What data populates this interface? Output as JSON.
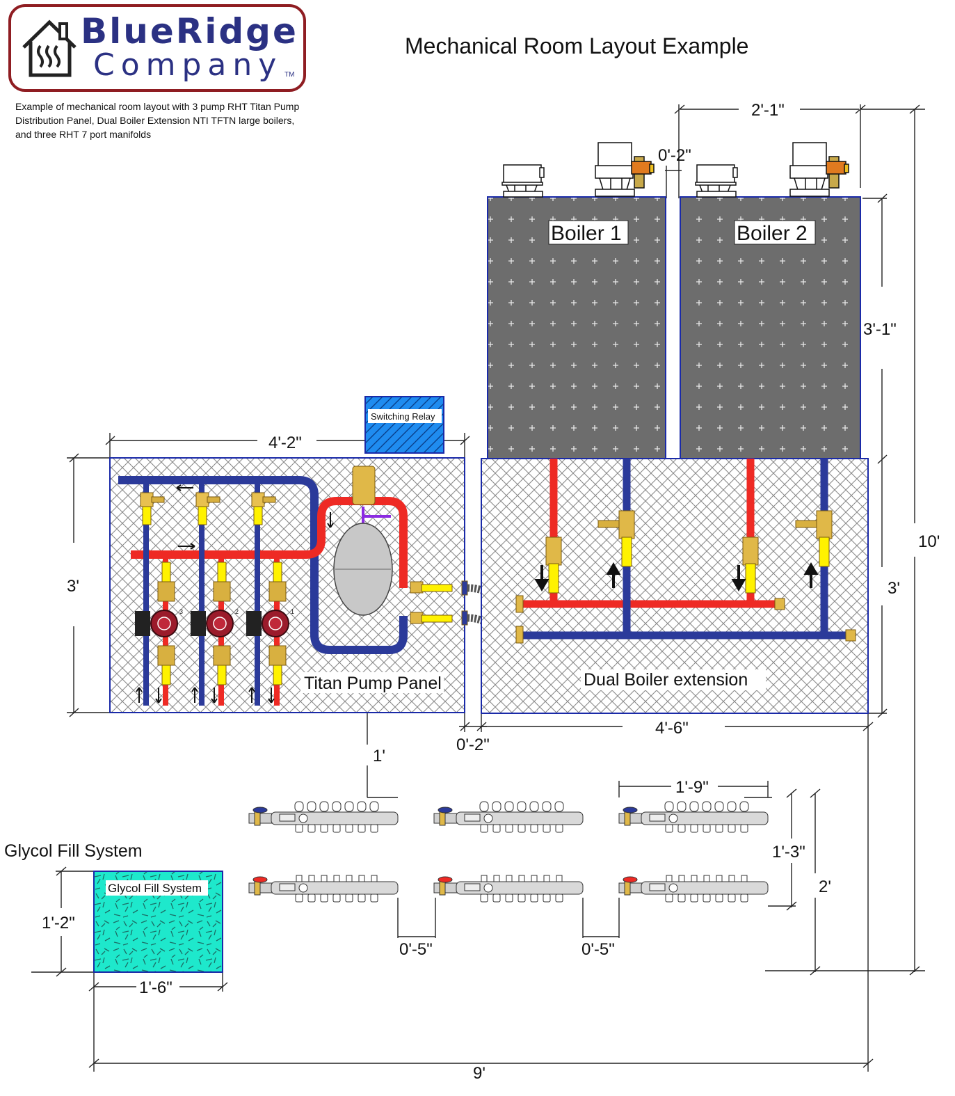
{
  "header": {
    "brand_line1": "BlueRidge",
    "brand_line2": "Company",
    "trademark": "TM",
    "title": "Mechanical Room Layout Example",
    "description": "Example of mechanical room layout with 3 pump RHT Titan Pump Distribution Panel, Dual Boiler Extension NTI TFTN large boilers, and three RHT 7 port manifolds"
  },
  "components": {
    "boiler1": "Boiler 1",
    "boiler2": "Boiler 2",
    "switching_relay": "Switching Relay",
    "titan_panel": "Titan Pump Panel",
    "boiler_extension": "Dual Boiler extension",
    "glycol_heading": "Glycol Fill System",
    "glycol_box": "Glycol Fill System",
    "pump_panel_pump_numbers": [
      "3",
      "2",
      "1"
    ]
  },
  "dimensions": {
    "boiler_width": "2'-1\"",
    "boiler_gap": "0'-2\"",
    "boiler_depth": "3'-1\"",
    "room_depth": "10'",
    "panel_width": "4'-2\"",
    "panel_height": "3'",
    "extension_height": "3'",
    "panel_gap": "0'-2\"",
    "extension_width": "4'-6\"",
    "manifold_clearance": "1'",
    "manifold_width": "1'-9\"",
    "manifold_pair_spacing": "1'-3\"",
    "manifold_area_depth": "2'",
    "manifold_gap_1": "0'-5\"",
    "manifold_gap_2": "0'-5\"",
    "glycol_height": "1'-2\"",
    "glycol_width": "1'-6\"",
    "room_width": "9'"
  },
  "colors": {
    "brand": "#2b3183",
    "logo_border": "#8f1d22",
    "supply_pipe": "#ee2a24",
    "return_pipe": "#2b3a9a",
    "boiler_fill": "#6d6d6d",
    "relay_fill": "#1f8cf0",
    "glycol_fill": "#1ee8cc",
    "valve_yellow": "#fff200",
    "pump_red": "#9b1b2b"
  }
}
